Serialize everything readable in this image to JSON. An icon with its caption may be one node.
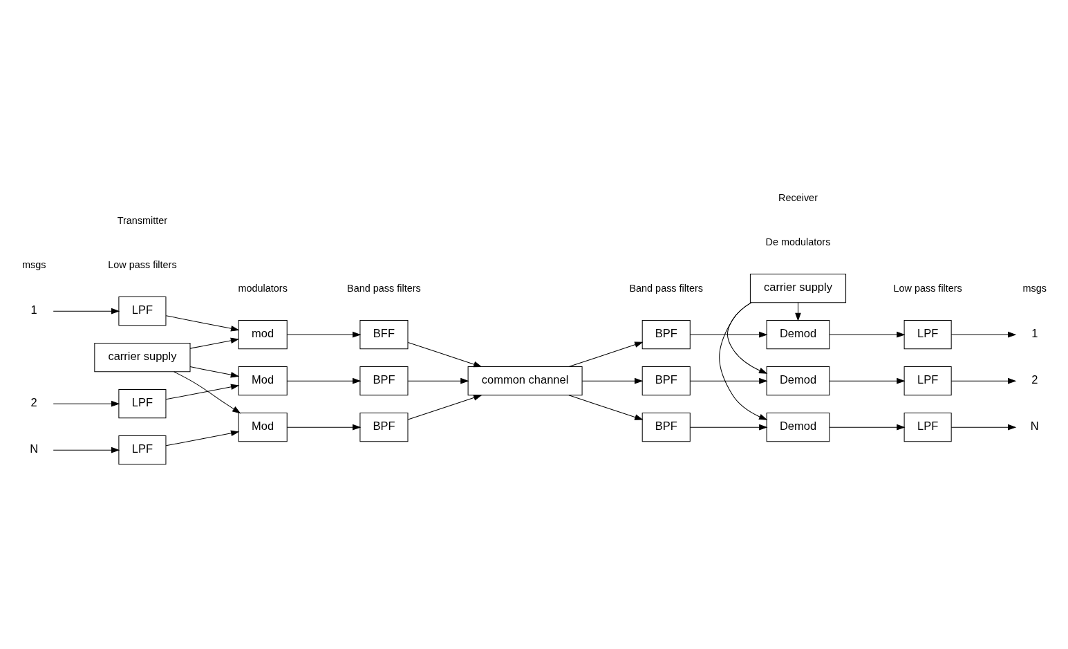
{
  "diagram": {
    "nodes": [
      {
        "text": [
          "1"
        ]
      },
      {
        "text": [
          "2"
        ]
      },
      {
        "text": [
          "N"
        ]
      },
      {
        "text": [
          "LPF"
        ]
      },
      {
        "text": [
          "LPF"
        ]
      },
      {
        "text": [
          "LPF"
        ]
      },
      {
        "text": [
          "mod"
        ]
      },
      {
        "text": [
          "Mod"
        ]
      },
      {
        "text": [
          "Mod"
        ]
      },
      {
        "text": [
          "BFF"
        ]
      },
      {
        "text": [
          "BPF"
        ]
      },
      {
        "text": [
          "BPF"
        ]
      },
      {
        "text": [
          "carrier supply"
        ]
      },
      {
        "text": [
          "common channel"
        ]
      },
      {
        "text": [
          "BPF"
        ]
      },
      {
        "text": [
          "BPF"
        ]
      },
      {
        "text": [
          "BPF"
        ]
      },
      {
        "text": [
          "Demod"
        ]
      },
      {
        "text": [
          "Demod"
        ]
      },
      {
        "text": [
          "Demod"
        ]
      },
      {
        "text": [
          "LPF"
        ]
      },
      {
        "text": [
          "LPF"
        ]
      },
      {
        "text": [
          "LPF"
        ]
      },
      {
        "text": [
          "1"
        ]
      },
      {
        "text": [
          "2"
        ]
      },
      {
        "text": [
          "N"
        ]
      },
      {
        "text": [
          "carrier supply"
        ]
      }
    ],
    "edges": [
      {
        "from": 0,
        "to": 3,
        "arrow": "to"
      },
      {
        "from": 1,
        "to": 4,
        "arrow": "to"
      },
      {
        "from": 2,
        "to": 5,
        "arrow": "to"
      },
      {
        "from": 3,
        "to": 6,
        "arrow": "to"
      },
      {
        "from": 4,
        "to": 7,
        "arrow": "to"
      },
      {
        "from": 5,
        "to": 8,
        "arrow": "to"
      },
      {
        "from": 6,
        "to": 9,
        "arrow": "to"
      },
      {
        "from": 7,
        "to": 10,
        "arrow": "to"
      },
      {
        "from": 8,
        "to": 11,
        "arrow": "to"
      },
      {
        "from": 12,
        "to": 6,
        "arrow": "to"
      },
      {
        "from": 12,
        "to": 7,
        "arrow": "to"
      },
      {
        "from": 12,
        "to": 8,
        "arrow": "to"
      },
      {
        "from": 9,
        "to": 13,
        "arrow": "to"
      },
      {
        "from": 10,
        "to": 13,
        "arrow": "to"
      },
      {
        "from": 11,
        "to": 13,
        "arrow": "to"
      },
      {
        "from": 13,
        "to": 14,
        "arrow": "to"
      },
      {
        "from": 13,
        "to": 15,
        "arrow": "to"
      },
      {
        "from": 13,
        "to": 16,
        "arrow": "to"
      },
      {
        "from": 14,
        "to": 17,
        "arrow": "to"
      },
      {
        "from": 15,
        "to": 18,
        "arrow": "to"
      },
      {
        "from": 16,
        "to": 19,
        "arrow": "to"
      },
      {
        "from": 26,
        "to": 17,
        "arrow": "to"
      },
      {
        "from": 26,
        "to": 18,
        "arrow": "to"
      },
      {
        "from": 26,
        "to": 19,
        "arrow": "to"
      },
      {
        "from": 17,
        "to": 20,
        "arrow": "to"
      },
      {
        "from": 18,
        "to": 21,
        "arrow": "to"
      },
      {
        "from": 19,
        "to": 22,
        "arrow": "to"
      },
      {
        "from": 20,
        "to": 23,
        "arrow": "to"
      },
      {
        "from": 21,
        "to": 24,
        "arrow": "to"
      },
      {
        "from": 22,
        "to": 25,
        "arrow": "to"
      }
    ],
    "labels": [
      "msgs",
      "Low pass filters",
      "modulators",
      "Band pass filters",
      "Band pass filters",
      "De modulators",
      "Low pass filters",
      "msgs",
      "Transmitter",
      "Receiver"
    ]
  }
}
